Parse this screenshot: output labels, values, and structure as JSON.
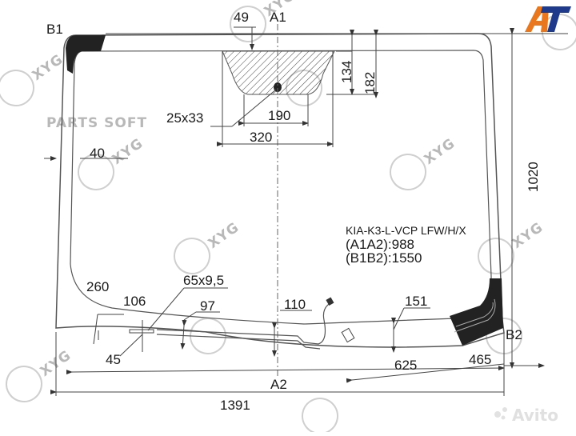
{
  "logo": {
    "letters": "AT",
    "color_a": "#e8771e",
    "color_t": "#1f3a8a"
  },
  "watermarks": {
    "brand": "XYG",
    "parts_soft": "PARTS SOFT",
    "avito": "Avito"
  },
  "product": {
    "code": "KIA-K3-L-VCP LFW/H/X",
    "a1a2": "(A1A2):988",
    "b1b2": "(B1B2):1550"
  },
  "points": {
    "a1": "A1",
    "a2": "A2",
    "b1": "B1",
    "b2": "B2"
  },
  "dimensions": {
    "top_offset": "49",
    "sensor_height_inner": "134",
    "sensor_height_outer": "182",
    "sensor_spot": "25x33",
    "sensor_width_inner": "190",
    "sensor_width_outer": "320",
    "side_band": "40",
    "total_height": "1020",
    "corner_radius": "260",
    "heater_band_left": "106",
    "heater_element": "65x9,5",
    "heater_band_mid": "97",
    "heater_offset": "45",
    "heater_band_center": "110",
    "heater_band_right": "151",
    "right_offset_465": "465",
    "right_offset_625": "625",
    "total_width": "1391"
  },
  "colors": {
    "line": "#555555",
    "ceramic": "#222222",
    "watermark": "#c8c8c8"
  }
}
